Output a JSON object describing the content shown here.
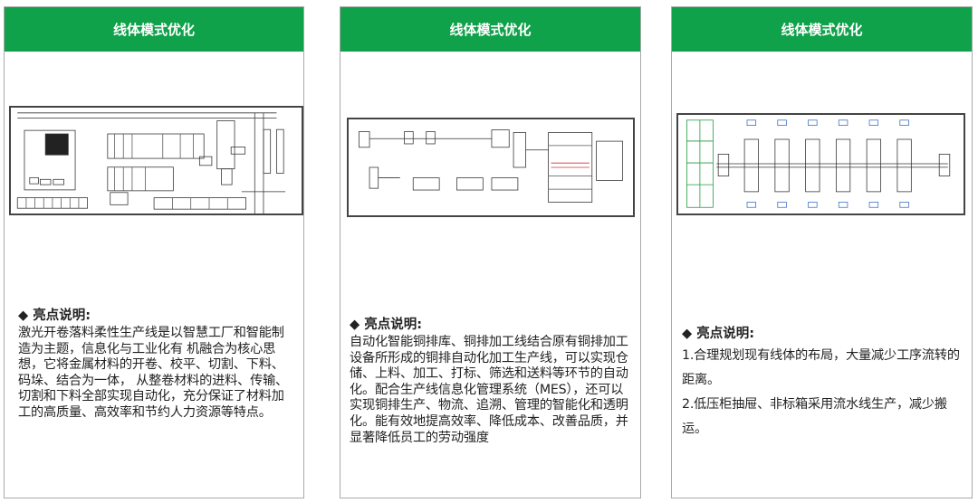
{
  "accent_color": "#0fa24a",
  "cards": [
    {
      "header": "线体模式优化",
      "diagram_icon": "laser-blanking-line-layout",
      "desc_title": "◆ 亮点说明:",
      "desc_body": "激光开卷落料柔性生产线是以智慧工厂和智能制造为主题，信息化与工业化有 机融合为核心思想，它将金属材料的开卷、校平、切割、下料、码垛、结合为一体， 从整卷材料的进料、传输、切割和下料全部实现自动化，充分保证了材料加工的高质量、高效率和节约人力资源等特点。"
    },
    {
      "header": "线体模式优化",
      "diagram_icon": "copper-bar-line-layout",
      "desc_title": "◆ 亮点说明:",
      "desc_body": "自动化智能铜排库、铜排加工线结合原有铜排加工设备所形成的铜排自动化加工生产线，可以实现仓储、上料、加工、打标、筛选和送料等环节的自动化。配合生产线信息化管理系统（MES），还可以实现铜排生产、物流、追溯、管理的智能化和透明化。能有效地提高效率、降低成本、改善品质，并显著降低员工的劳动强度"
    },
    {
      "header": "线体模式优化",
      "diagram_icon": "assembly-line-layout",
      "desc_title": "◆ 亮点说明:",
      "desc_items": [
        "1.合理规划现有线体的布局，大量减少工序流转的距离。",
        "2.低压柜抽屉、非标箱采用流水线生产，减少搬运。"
      ]
    }
  ]
}
